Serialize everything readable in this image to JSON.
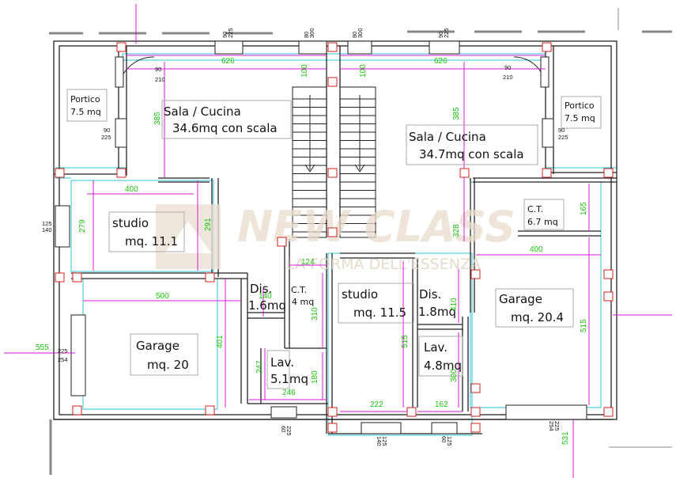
{
  "rooms": {
    "portico_left": {
      "name": "Portico",
      "area": "7.5 mq"
    },
    "portico_right": {
      "name": "Portico",
      "area": "7.5 mq"
    },
    "sala_left": {
      "name": "Sala / Cucina",
      "area": "34.6mq con scala"
    },
    "sala_right": {
      "name": "Sala / Cucina",
      "area": "34.7mq con scala"
    },
    "studio_left": {
      "name": "studio",
      "area": "mq. 11.1"
    },
    "studio_mid": {
      "name": "studio",
      "area": "mq. 11.5"
    },
    "garage_left": {
      "name": "Garage",
      "area": "mq. 20"
    },
    "garage_right": {
      "name": "Garage",
      "area": "mq. 20.4"
    },
    "dis_left": {
      "name": "Dis.",
      "area": "1.6mq"
    },
    "dis_right": {
      "name": "Dis.",
      "area": "1.8mq"
    },
    "ct_left": {
      "name": "C.T.",
      "area": "4 mq"
    },
    "ct_right": {
      "name": "C.T.",
      "area": "6.7 mq"
    },
    "lav_left": {
      "name": "Lav.",
      "area": "5.1mq"
    },
    "lav_right": {
      "name": "Lav.",
      "area": "4.8mq"
    }
  },
  "dimensions": {
    "d626a": "626",
    "d626b": "626",
    "d100a": "100",
    "d100b": "100",
    "d385a": "385",
    "d385b": "385",
    "d400a": "400",
    "d400b": "400",
    "d279": "279",
    "d291": "291",
    "d500": "500",
    "d401": "401",
    "d140": "140",
    "d124": "124",
    "d310": "310",
    "d247": "247",
    "d180": "180",
    "d246": "246",
    "d515a": "515",
    "d515b": "515",
    "d410": "410",
    "d300": "300",
    "d222": "222",
    "d162": "162",
    "d328": "328",
    "d165": "165",
    "d555": "555",
    "d531": "531"
  },
  "openings": {
    "w_top1": [
      "90",
      "225"
    ],
    "w_top2": [
      "80",
      "300"
    ],
    "w_top3": [
      "80",
      "300"
    ],
    "w_top4": [
      "90",
      "225"
    ],
    "door_left": [
      "90",
      "210"
    ],
    "door_right": [
      "90",
      "210"
    ],
    "w_left_portico": [
      "90",
      "225"
    ],
    "w_right_portico": [
      "90",
      "225"
    ],
    "w_left_studio": [
      "125",
      "140"
    ],
    "w_left_garage": [
      "225",
      "254"
    ],
    "w_bot1": [
      "225",
      "60"
    ],
    "w_bot2": [
      "125",
      "140"
    ],
    "w_bot3": [
      "125",
      "60"
    ],
    "w_bot4": [
      "225",
      "254"
    ]
  },
  "watermark": {
    "brand": "NEW CLASS",
    "tagline": "LA FORMA DELL'ESSENZA"
  },
  "colors": {
    "wall": "#222222",
    "dim": "#19c40a",
    "dimline": "#d81ad8",
    "cyan": "#2fc5d6",
    "column": "#cc2222"
  }
}
